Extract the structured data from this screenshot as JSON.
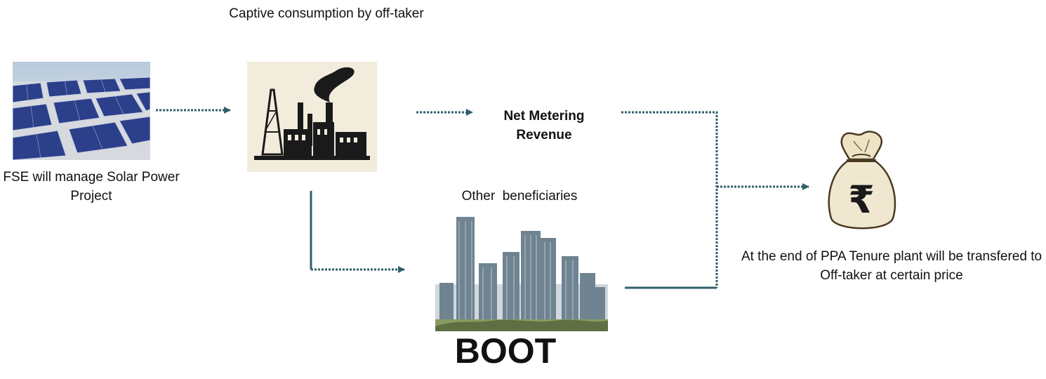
{
  "diagram": {
    "captive_label": "Captive consumption by off-taker",
    "fse_label": "FSE will manage Solar Power Project",
    "net_metering_label": "Net Metering Revenue",
    "other_beneficiaries_label": "Other  beneficiaries",
    "end_label": "At the end of PPA Tenure plant will be transfered to Off-taker at certain price",
    "model_label": "BOOT",
    "money_bag_symbol": "₹"
  },
  "colors": {
    "connector": "#2f5f6a",
    "panel_blue": "#2c3f8a",
    "sky": "#c4d3e0",
    "factory_bg": "#f2ecdc",
    "bag": "#f0e7d0"
  },
  "icons": [
    "solar-panels-image",
    "factory-image",
    "city-buildings-image",
    "money-bag-image"
  ]
}
